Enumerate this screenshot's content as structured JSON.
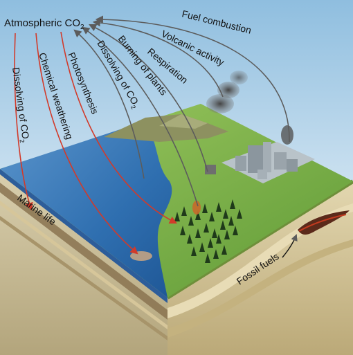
{
  "title": {
    "main": "Atmospheric CO",
    "sub": "2"
  },
  "arrow_labels": {
    "dissolving_ocean": {
      "main": "Dissolving of CO",
      "sub": "2"
    },
    "chemical_weathering": "Chemical weathering",
    "photosynthesis": "Photosynthesis",
    "dissolving_land": {
      "main": "Dissolving of CO",
      "sub": "2"
    },
    "burning_of_plants": "Burning of plants",
    "respiration": "Respiration",
    "volcanic_activity": "Volcanic activity",
    "fuel_combustion": "Fuel combustion"
  },
  "terrain_labels": {
    "marine_life": "Marine life",
    "fossil_fuels": "Fossil fuels"
  },
  "colors": {
    "uptake_arrow": "#d23a2a",
    "release_arrow": "#5c5c5c",
    "sky_top": "#8fbedf",
    "sky_bottom": "#ffffff",
    "ocean": "#2f6fb0",
    "land": "#7fb248",
    "sediment": "#cbb98a"
  }
}
